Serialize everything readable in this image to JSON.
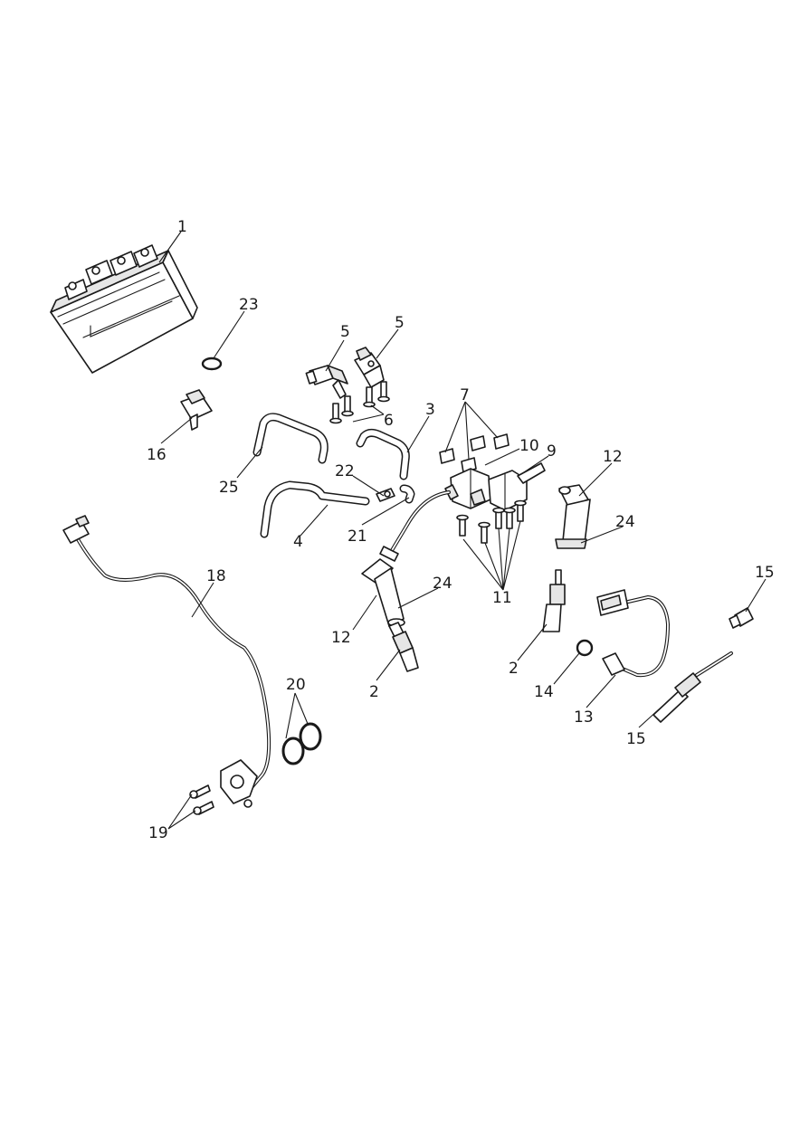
{
  "callouts": {
    "c1": "1",
    "c23": "23",
    "c5a": "5",
    "c5b": "5",
    "c6": "6",
    "c3": "3",
    "c7": "7",
    "c10": "10",
    "c9": "9",
    "c12a": "12",
    "c16": "16",
    "c25": "25",
    "c22": "22",
    "c4": "4",
    "c21": "21",
    "c24a": "24",
    "c24b": "24",
    "c12b": "12",
    "c11": "11",
    "c15a": "15",
    "c18": "18",
    "c2a": "2",
    "c2b": "2",
    "c14": "14",
    "c13": "13",
    "c15b": "15",
    "c20": "20",
    "c19": "19"
  },
  "colors": {
    "line": "#1a1a1a",
    "fill": "#ffffff",
    "shade": "#e6e6e6"
  }
}
